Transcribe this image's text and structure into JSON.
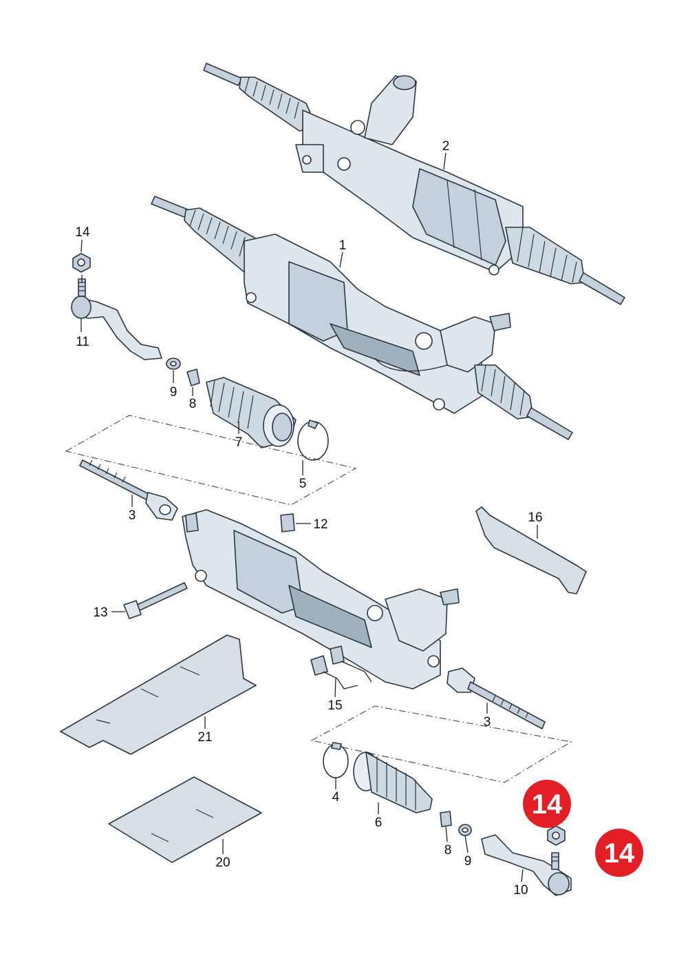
{
  "callouts": {
    "c1": "1",
    "c2": "2",
    "c3a": "3",
    "c3b": "3",
    "c4": "4",
    "c5": "5",
    "c6": "6",
    "c7": "7",
    "c8a": "8",
    "c8b": "8",
    "c9a": "9",
    "c9b": "9",
    "c10": "10",
    "c11": "11",
    "c12": "12",
    "c13": "13",
    "c14": "14",
    "c15": "15",
    "c16": "16",
    "c20": "20",
    "c21": "21"
  },
  "badges": {
    "b1": "14",
    "b2": "14"
  },
  "colors": {
    "badge": "#e31e24",
    "part_fill": "#dde6ed",
    "line": "#2a3540"
  }
}
